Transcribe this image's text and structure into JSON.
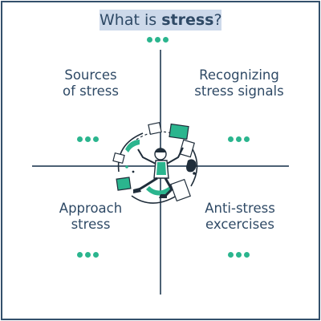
{
  "title": {
    "prefix": "What is ",
    "bold": "stress",
    "suffix": "?"
  },
  "quadrants": [
    {
      "lines": [
        "Sources",
        "of stress"
      ]
    },
    {
      "lines": [
        "Recognizing",
        "stress signals"
      ]
    },
    {
      "lines": [
        "Approach",
        "stress"
      ]
    },
    {
      "lines": [
        "Anti-stress",
        "excercises"
      ]
    }
  ],
  "colors": {
    "accent": "#2bb58e",
    "text": "#2f4a66",
    "axis": "#4d6174",
    "border": "#33506b",
    "title_highlight": "#cdd9ea"
  },
  "icons": [
    "more-dots-icon",
    "stressed-person-illustration"
  ]
}
